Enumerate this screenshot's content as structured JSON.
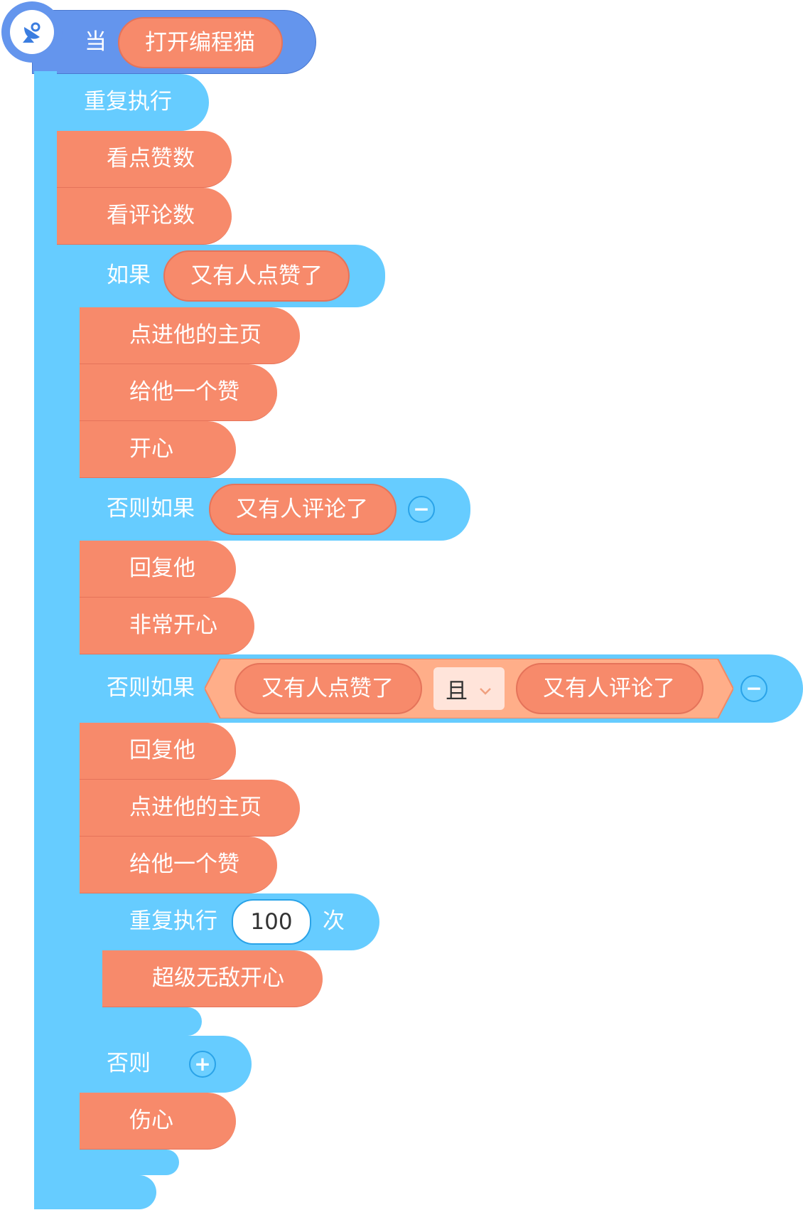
{
  "hat": {
    "prefix": "当",
    "event": "打开编程猫"
  },
  "loop_outer": {
    "label": "重复执行"
  },
  "actions_top": [
    "看点赞数",
    "看评论数"
  ],
  "if1": {
    "label": "如果",
    "condition": "又有人点赞了"
  },
  "if1_body": [
    "点进他的主页",
    "给他一个赞",
    "开心"
  ],
  "elif1": {
    "label": "否则如果",
    "condition": "又有人评论了",
    "remove": "−"
  },
  "elif1_body": [
    "回复他",
    "非常开心"
  ],
  "elif2": {
    "label": "否则如果",
    "cond_left": "又有人点赞了",
    "operator": "且",
    "cond_right": "又有人评论了",
    "remove": "−"
  },
  "elif2_body": [
    "回复他",
    "点进他的主页",
    "给他一个赞"
  ],
  "loop_inner": {
    "label": "重复执行",
    "count": "100",
    "suffix": "次"
  },
  "loop_inner_body": [
    "超级无敌开心"
  ],
  "else": {
    "label": "否则",
    "add": "+"
  },
  "else_body": [
    "伤心"
  ],
  "colors": {
    "control": "#66ccff",
    "event": "#6495ed",
    "custom": "#f78a6b",
    "operator": "#ffae89"
  }
}
